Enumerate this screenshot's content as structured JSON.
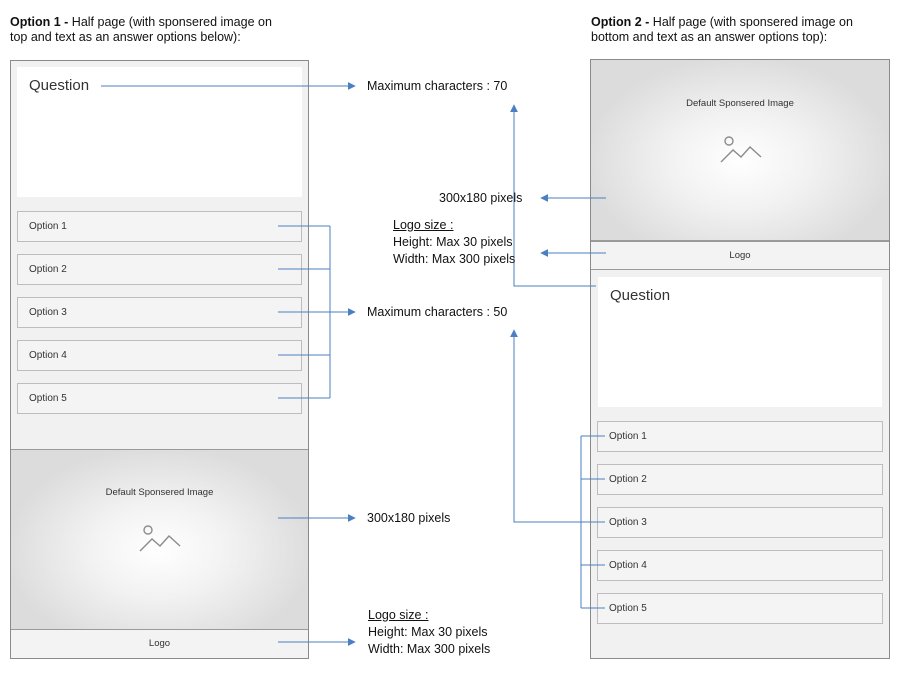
{
  "option1": {
    "heading_bold": "Option 1 -",
    "heading_rest_1": " Half page (with sponsered image on",
    "heading_rest_2": "top and text as an answer options below):",
    "question": "Question",
    "options": [
      "Option 1",
      "Option 2",
      "Option 3",
      "Option 4",
      "Option 5"
    ],
    "sponsor_label": "Default Sponsered Image",
    "logo_label": "Logo"
  },
  "option2": {
    "heading_bold": "Option 2 -",
    "heading_rest_1": " Half page (with sponsered image on",
    "heading_rest_2": "bottom and text as an answer options top):",
    "question": "Question",
    "options": [
      "Option 1",
      "Option 2",
      "Option 3",
      "Option 4",
      "Option 5"
    ],
    "sponsor_label": "Default Sponsered Image",
    "logo_label": "Logo"
  },
  "annotations": {
    "question_max": "Maximum characters : 70",
    "options_max": "Maximum characters : 50",
    "image_size_mid": "300x180 pixels",
    "image_size_bottom": "300x180 pixels",
    "logo_mid": {
      "title": "Logo size :",
      "height": "Height: Max 30 pixels",
      "width": "Width: Max 300 pixels"
    },
    "logo_bottom": {
      "title": "Logo size :",
      "height": "Height: Max 30 pixels",
      "width": "Width: Max 300 pixels"
    }
  },
  "colors": {
    "arrow": "#4a7fc1",
    "panel_border": "#8a8a8a",
    "panel_bg": "#f1f1f1"
  },
  "icons": {
    "image_placeholder": "image-placeholder-icon",
    "arrow": "arrowhead-right-icon"
  }
}
